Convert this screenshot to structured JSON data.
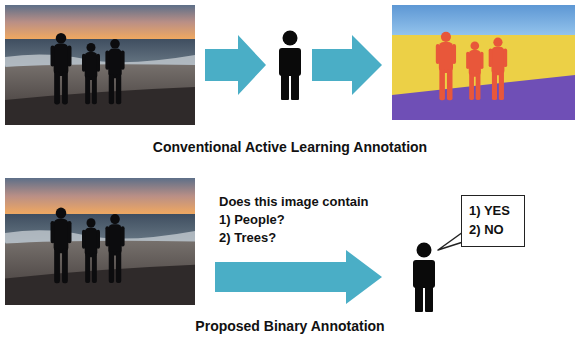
{
  "diagram": {
    "nodes": [
      {
        "text": [
          "1) YES",
          "2) NO"
        ]
      }
    ],
    "labels": [
      "Conventional Active Learning Annotation",
      "Does this image contain",
      "1) People?",
      "2) Trees?",
      "Proposed Binary Annotation"
    ]
  }
}
